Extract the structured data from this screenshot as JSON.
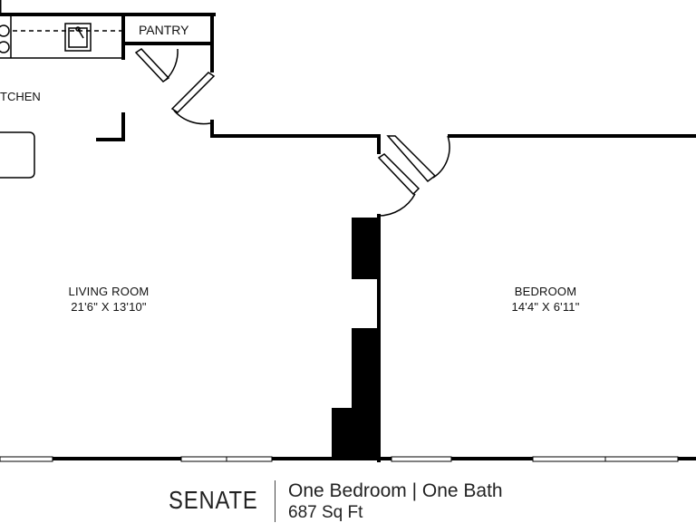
{
  "plan": {
    "name": "SENATE",
    "summary": "One Bedroom | One Bath",
    "area": "687 Sq Ft"
  },
  "rooms": {
    "kitchen": {
      "label": "TCHEN"
    },
    "pantry": {
      "label": "PANTRY"
    },
    "living_room": {
      "label": "LIVING ROOM",
      "dims": "21'6\" X 13'10\""
    },
    "bedroom": {
      "label": "BEDROOM",
      "dims": "14'4\" X 6'11\""
    }
  },
  "colors": {
    "wall": "#000000",
    "background": "#ffffff",
    "text": "#111111"
  }
}
